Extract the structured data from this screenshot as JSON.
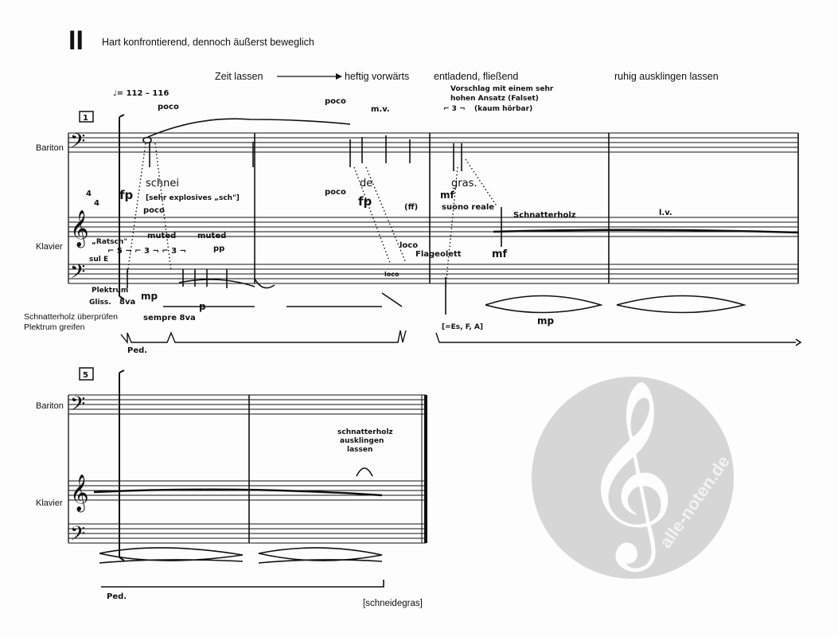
{
  "header": {
    "movement": "II",
    "title": "Hart konfrontierend, dennoch äußerst beweglich"
  },
  "tempo_directions": {
    "zeit_lassen": "Zeit lassen",
    "heftig": "heftig vorwärts",
    "entladend": "entladend, fließend",
    "ruhig": "ruhig ausklingen lassen",
    "metronome": "♩= 112 – 116"
  },
  "system1": {
    "rehearsal_mark": "1",
    "time_signature_top": "4",
    "time_signature_bottom": "4",
    "instruments": [
      "Bariton",
      "Klavier"
    ],
    "side_notes": [
      "Schnatterholz überprüfen",
      "Plektrum greifen"
    ],
    "annotations": {
      "poco_1": "poco",
      "poco_2": "poco",
      "mv": "m.v.",
      "vorschlag_1": "Vorschlag mit einem sehr",
      "vorschlag_2": "hohen Ansatz (Falset)",
      "vorschlag_3": "(kaum hörbar)",
      "triplet_top": "⌐ 3 ¬",
      "lyric_1": "schnei",
      "lyric_2": "de",
      "lyric_3": "gras.",
      "explosive": "[sehr explosives „sch\"]",
      "fp_1": "fp",
      "poco_3": "poco",
      "poco_4": "poco",
      "fp_2": "fp",
      "ff": "(ff)",
      "mf_1": "mf",
      "suono_reale": "suono reale",
      "schnatterholz": "Schnatterholz",
      "lv": "l.v.",
      "muted_1": "muted",
      "muted_2": "muted",
      "ratsch": "„Ratsch\"",
      "sul_e": "sul E",
      "triplets": "⌐ 5 ¬  ⌐ 3 ¬  ⌐ 3 ¬",
      "pp": "pp",
      "loco_1": "loco",
      "flageolett": "Flageolett",
      "mf_2": "mf",
      "loco_2": "loco",
      "plektrum": "Plektrum",
      "gliss": "Gliss.",
      "ottava": "8va",
      "mp_1": "mp",
      "p": "p",
      "sempre": "sempre 8va",
      "ped": "Ped.",
      "pitches": "[=Es, F, A]",
      "mp_2": "mp"
    }
  },
  "system2": {
    "rehearsal_mark": "5",
    "instruments": [
      "Bariton",
      "Klavier"
    ],
    "note_1": "schnatterholz",
    "note_2": "ausklingen",
    "note_3": "lassen",
    "ped": "Ped.",
    "footer": "[schneidegras]"
  },
  "watermark": {
    "text": "alle-noten.de",
    "color": "#c8c8c8"
  }
}
